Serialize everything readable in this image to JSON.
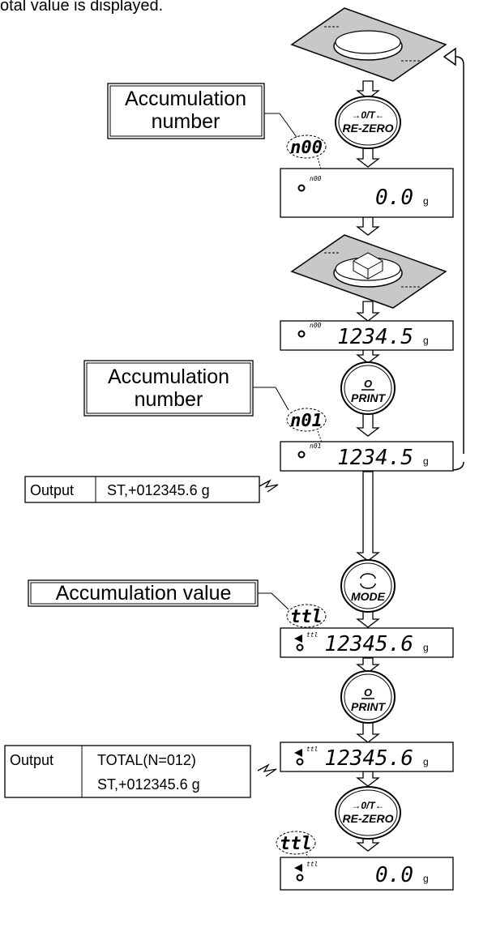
{
  "header_text": "otal value is displayed.",
  "callouts": {
    "accum_number_1": [
      "Accumulation",
      "number"
    ],
    "accum_number_2": [
      "Accumulation",
      "number"
    ],
    "accum_value": "Accumulation value"
  },
  "buttons": {
    "rezero_top": "→0/T←",
    "rezero_bottom": "RE-ZERO",
    "print_symbol": "O",
    "print_label": "PRINT",
    "mode_label": "MODE"
  },
  "indicators": {
    "n00": "n00",
    "n01": "n01",
    "ttl": "ttl"
  },
  "displays": [
    {
      "indicator": "n00",
      "value": "0.0",
      "unit": "g"
    },
    {
      "indicator": "n00",
      "value": "1234.5",
      "unit": "g"
    },
    {
      "indicator": "n01",
      "value": "1234.5",
      "unit": "g"
    },
    {
      "indicator": "ttl",
      "value": "12345.6",
      "unit": "g"
    },
    {
      "indicator": "ttl",
      "value": "12345.6",
      "unit": "g"
    },
    {
      "indicator": "ttl",
      "value": "0.0",
      "unit": "g"
    }
  ],
  "outputs": {
    "output_1": {
      "label": "Output",
      "lines": [
        "ST,+012345.6 g"
      ]
    },
    "output_2": {
      "label": "Output",
      "lines": [
        "TOTAL(N=012)",
        "ST,+012345.6 g"
      ]
    }
  }
}
